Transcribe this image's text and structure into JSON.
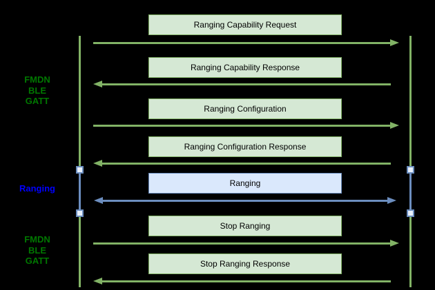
{
  "colors": {
    "background": "#000000",
    "green_line": "#82b366",
    "green_fill": "#d5e8d4",
    "green_text": "#007700",
    "blue_line": "#6c8ebf",
    "blue_fill": "#dae8fc",
    "blue_text": "#0000ff",
    "endpoint_fill": "#e8f0fb",
    "message_text": "#000000"
  },
  "phases": [
    {
      "id": "fmdn-ble-gatt-top",
      "text": "FMDN\nBLE\nGATT",
      "style": "green"
    },
    {
      "id": "ranging",
      "text": "Ranging",
      "style": "blue"
    },
    {
      "id": "fmdn-ble-gatt-bottom",
      "text": "FMDN\nBLE\nGATT",
      "style": "green"
    }
  ],
  "messages": [
    {
      "label": "Ranging Capability Request",
      "direction": "right",
      "style": "green"
    },
    {
      "label": "Ranging Capability Response",
      "direction": "left",
      "style": "green"
    },
    {
      "label": "Ranging Configuration",
      "direction": "right",
      "style": "green"
    },
    {
      "label": "Ranging Configuration Response",
      "direction": "left",
      "style": "green"
    },
    {
      "label": "Ranging",
      "direction": "both",
      "style": "blue"
    },
    {
      "label": "Stop Ranging",
      "direction": "right",
      "style": "green"
    },
    {
      "label": "Stop Ranging Response",
      "direction": "left",
      "style": "green"
    }
  ]
}
